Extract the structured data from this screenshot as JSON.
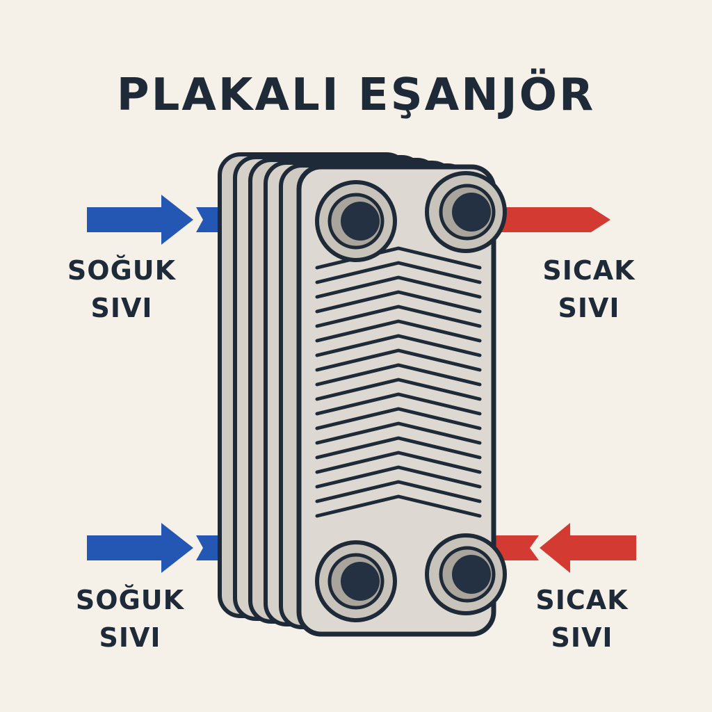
{
  "title": "PLAKALI EŞANJÖR",
  "labels": {
    "cold_in_top": [
      "SOĞUK",
      "SIVI"
    ],
    "cold_in_bottom": [
      "SOĞUK",
      "SIVI"
    ],
    "hot_out_top": [
      "SICAK",
      "SIVI"
    ],
    "hot_in_bottom": [
      "SICAK",
      "SIVI"
    ]
  },
  "colors": {
    "background": "#f5f1e8",
    "cold": "#2457b3",
    "hot": "#d23a32",
    "outline": "#1e2a38",
    "plate": "#ddd9d2",
    "plate_edge": "#b9b5ad"
  }
}
